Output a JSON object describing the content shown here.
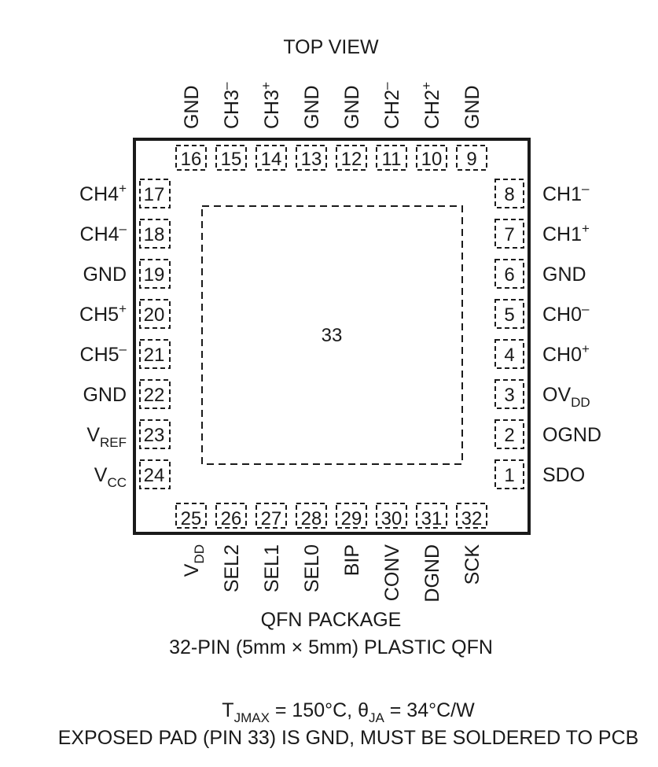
{
  "header": {
    "title": "TOP VIEW"
  },
  "package": {
    "exposed_pad_pin": "33",
    "pins_right": [
      {
        "num": "1",
        "name": "SDO"
      },
      {
        "num": "2",
        "name": "OGND"
      },
      {
        "num": "3",
        "name": "OV",
        "sub": "DD"
      },
      {
        "num": "4",
        "name": "CH0",
        "sup": "+"
      },
      {
        "num": "5",
        "name": "CH0",
        "sup": "–"
      },
      {
        "num": "6",
        "name": "GND"
      },
      {
        "num": "7",
        "name": "CH1",
        "sup": "+"
      },
      {
        "num": "8",
        "name": "CH1",
        "sup": "–"
      }
    ],
    "pins_top": [
      {
        "num": "9",
        "name": "GND"
      },
      {
        "num": "10",
        "name": "CH2",
        "sup": "+"
      },
      {
        "num": "11",
        "name": "CH2",
        "sup": "–"
      },
      {
        "num": "12",
        "name": "GND"
      },
      {
        "num": "13",
        "name": "GND"
      },
      {
        "num": "14",
        "name": "CH3",
        "sup": "+"
      },
      {
        "num": "15",
        "name": "CH3",
        "sup": "–"
      },
      {
        "num": "16",
        "name": "GND"
      }
    ],
    "pins_left": [
      {
        "num": "17",
        "name": "CH4",
        "sup": "+"
      },
      {
        "num": "18",
        "name": "CH4",
        "sup": "–"
      },
      {
        "num": "19",
        "name": "GND"
      },
      {
        "num": "20",
        "name": "CH5",
        "sup": "+"
      },
      {
        "num": "21",
        "name": "CH5",
        "sup": "–"
      },
      {
        "num": "22",
        "name": "GND"
      },
      {
        "num": "23",
        "name": "V",
        "sub": "REF"
      },
      {
        "num": "24",
        "name": "V",
        "sub": "CC"
      }
    ],
    "pins_bottom": [
      {
        "num": "25",
        "name": "V",
        "sub": "DD"
      },
      {
        "num": "26",
        "name": "SEL2"
      },
      {
        "num": "27",
        "name": "SEL1"
      },
      {
        "num": "28",
        "name": "SEL0"
      },
      {
        "num": "29",
        "name": "BIP"
      },
      {
        "num": "30",
        "name": "CONV"
      },
      {
        "num": "31",
        "name": "DGND"
      },
      {
        "num": "32",
        "name": "SCK"
      }
    ]
  },
  "footer": {
    "package_name": "QFN PACKAGE",
    "package_desc": "32-PIN (5mm × 5mm) PLASTIC QFN",
    "thermal": {
      "t_sym": "T",
      "t_sub": "JMAX",
      "t_val": " = 150°C, ",
      "theta_sym": "θ",
      "theta_sub": "JA",
      "theta_val": " = 34°C/W"
    },
    "note": "EXPOSED PAD (PIN 33) IS GND, MUST BE SOLDERED TO PCB"
  }
}
